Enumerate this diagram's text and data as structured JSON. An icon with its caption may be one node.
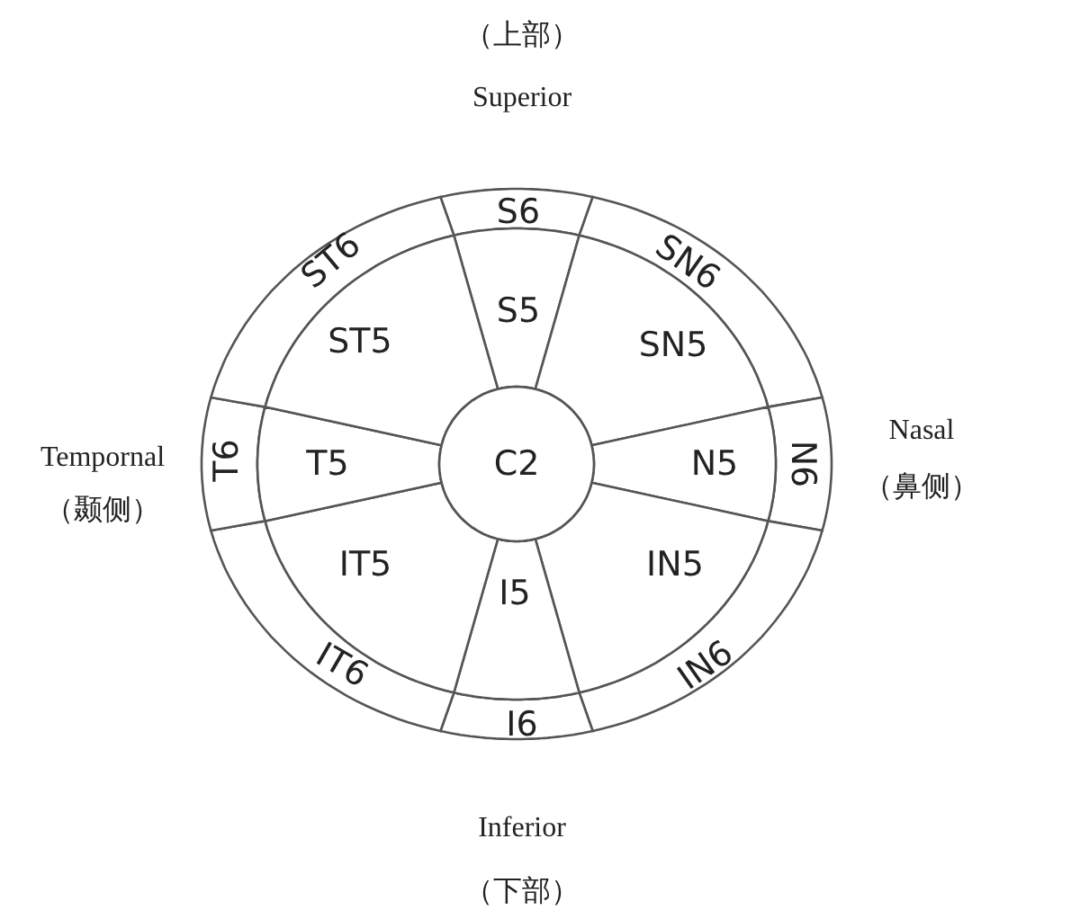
{
  "diagram": {
    "nodes": [
      {
        "text": [
          "S6"
        ]
      },
      {
        "text": [
          "SN6"
        ]
      },
      {
        "text": [
          "N6"
        ]
      },
      {
        "text": [
          "IN6"
        ]
      },
      {
        "text": [
          "I6"
        ]
      },
      {
        "text": [
          "IT6"
        ]
      },
      {
        "text": [
          "T6"
        ]
      },
      {
        "text": [
          "ST6"
        ]
      },
      {
        "text": [
          "S5"
        ]
      },
      {
        "text": [
          "SN5"
        ]
      },
      {
        "text": [
          "N5"
        ]
      },
      {
        "text": [
          "IN5"
        ]
      },
      {
        "text": [
          "I5"
        ]
      },
      {
        "text": [
          "IT5"
        ]
      },
      {
        "text": [
          "T5"
        ]
      },
      {
        "text": [
          "ST5"
        ]
      },
      {
        "text": [
          "C2"
        ]
      }
    ],
    "labels": [
      "（上部）",
      "Superior",
      "Tempornal",
      "（颞侧）",
      "Nasal",
      "（鼻侧）",
      "Inferior",
      "（下部）"
    ]
  }
}
